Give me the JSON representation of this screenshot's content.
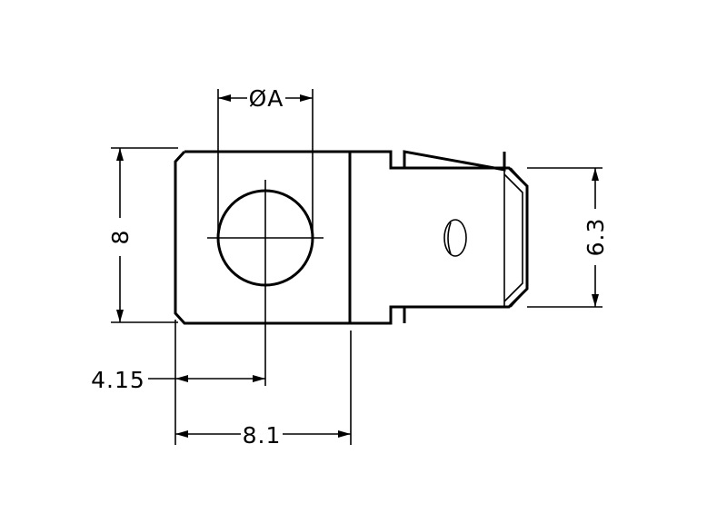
{
  "dimensions": {
    "hole_diameter": "ØA",
    "height": "8",
    "tab_width": "6.3",
    "hole_offset": "4.15",
    "body_length": "8.1"
  }
}
